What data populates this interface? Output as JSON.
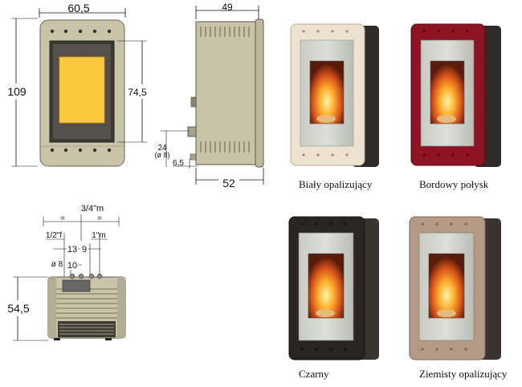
{
  "front_view": {
    "width": "60,5",
    "height": "109",
    "door_height": "74,5"
  },
  "side_view": {
    "depth_top": "49",
    "depth_bottom": "52",
    "outlet_height": "24",
    "outlet_diameter": "(ø 8)",
    "outlet_offset": "6,5"
  },
  "top_view": {
    "height": "54,5",
    "pipe_top": "3/4\"m",
    "pipe_left": "1/2\"f",
    "pipe_right": "1\"m",
    "spacing_left": "13",
    "spacing_right": "9",
    "diameter": "ø 8",
    "spacing_mid": "10",
    "equal_sign": "="
  },
  "variants": [
    {
      "name": "Biały opalizujący",
      "color": "#ece3cf",
      "dark": "#b9ae97"
    },
    {
      "name": "Bordowy połysk",
      "color": "#8e1424",
      "dark": "#5a0c16"
    },
    {
      "name": "Czarny",
      "color": "#2b2522",
      "dark": "#141110"
    },
    {
      "name": "Ziemisty opalizujący",
      "color": "#b49a84",
      "dark": "#7e6a58"
    }
  ],
  "colors": {
    "body_beige": "#c9c3a8",
    "glass_yellow": "#fbc93e",
    "frame_dark": "#3b3b35"
  }
}
